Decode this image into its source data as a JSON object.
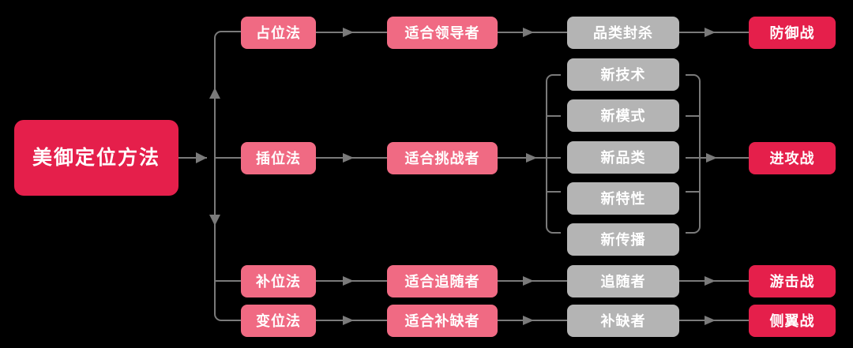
{
  "diagram": {
    "title": "美御定位方法",
    "background_color": "#000000",
    "colors": {
      "root": "#E51F4B",
      "method": "#F06A83",
      "fit": "#F06A83",
      "tactic": "#B4B4B4",
      "war": "#E51F4B",
      "connector": "#7a7a7a",
      "text": "#FFFFFF"
    },
    "root": {
      "label": "美御定位方法"
    },
    "branches": [
      {
        "method": "占位法",
        "fit": "适合领导者",
        "tactics": [
          "品类封杀"
        ],
        "war": "防御战"
      },
      {
        "method": "插位法",
        "fit": "适合挑战者",
        "tactics": [
          "新技术",
          "新模式",
          "新品类",
          "新特性",
          "新传播"
        ],
        "war": "进攻战"
      },
      {
        "method": "补位法",
        "fit": "适合追随者",
        "tactics": [
          "追随者"
        ],
        "war": "游击战"
      },
      {
        "method": "变位法",
        "fit": "适合补缺者",
        "tactics": [
          "补缺者"
        ],
        "war": "侧翼战"
      }
    ]
  }
}
